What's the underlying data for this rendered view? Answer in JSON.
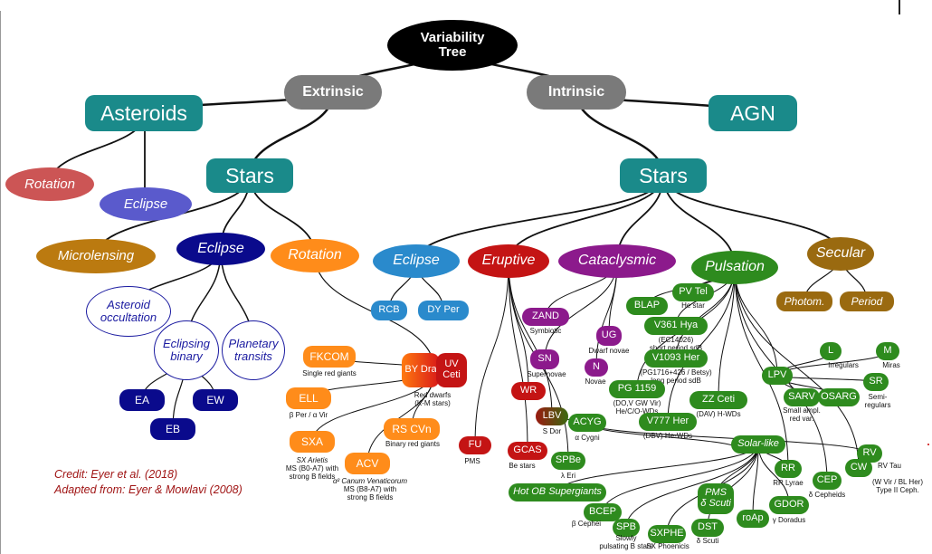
{
  "title": "Variability\nTree",
  "extrinsic": "Extrinsic",
  "intrinsic": "Intrinsic",
  "asteroids": "Asteroids",
  "agn": "AGN",
  "rotation_ast": "Rotation",
  "eclipse_ast": "Eclipse",
  "stars_e": "Stars",
  "stars_i": "Stars",
  "microlensing": "Microlensing",
  "eclipse_e": "Eclipse",
  "rotation_e": "Rotation",
  "asteroid_occ": "Asteroid\noccultation",
  "eclipsing_binary": "Eclipsing\nbinary",
  "planetary_transits": "Planetary\ntransits",
  "ea": "EA",
  "ew": "EW",
  "eb": "EB",
  "fkcom": "FKCOM",
  "fkcom_l": "Single red giants",
  "ell": "ELL",
  "ell_l": "β Per / α Vir",
  "sxa": "SXA",
  "sxa_l1": "SX Arietis",
  "sxa_l2": "MS (B0-A7) with",
  "sxa_l3": "strong B fields",
  "acv": "ACV",
  "acv_l1": "α² Canum Venaticorum",
  "acv_l2": "MS (B8-A7) with",
  "acv_l3": "strong B fields",
  "bydra": "BY Dra",
  "uvceti": "UV\nCeti",
  "bydra_l1": "Red dwarfs",
  "bydra_l2": "(K-M stars)",
  "rscvn": "RS CVn",
  "rscvn_l": "Binary red giants",
  "eclipse_i": "Eclipse",
  "rcb": "RCB",
  "dyper": "DY Per",
  "eruptive": "Eruptive",
  "cataclysmic": "Cataclysmic",
  "pulsation": "Pulsation",
  "secular": "Secular",
  "photom": "Photom.",
  "period": "Period",
  "zand": "ZAND",
  "zand_l": "Symbiotic",
  "ug": "UG",
  "ug_l": "Dwarf novae",
  "sn": "SN",
  "sn_l": "Supernovae",
  "nn": "N",
  "n_l": "Novae",
  "wr": "WR",
  "fu": "FU",
  "fu_l": "PMS",
  "lbv": "LBV",
  "lbv_l": "S Dor",
  "acyg": "ACYG",
  "acyg_l": "α Cygni",
  "gcas": "GCAS",
  "gcas_l": "Be stars",
  "spbe": "SPBe",
  "spbe_l": "λ Eri",
  "pvtel": "PV Tel",
  "pvtel_l": "He star",
  "blap": "BLAP",
  "v361": "V361 Hya",
  "v361_l1": "(EC14026)",
  "v361_l2": "short period sdB",
  "v1093": "V1093 Her",
  "v1093_l1": "(PG1716+426 / Betsy)",
  "v1093_l2": "long period sdB",
  "pg1159": "PG 1159",
  "pg1159_l1": "(DO,V GW Vir)",
  "pg1159_l2": "He/C/O-WDs",
  "zzceti": "ZZ Ceti",
  "zzceti_l": "(DAV) H-WDs",
  "v777": "V777 Her",
  "v777_l": "(DBV) He-WDs",
  "lpv": "LPV",
  "ll": "L",
  "ll_l": "Irregulars",
  "mm": "M",
  "mm_l": "Miras",
  "sr": "SR",
  "sr_l1": "Semi-",
  "sr_l2": "regulars",
  "sarv": "SARV",
  "sarv_l1": "Small ampl.",
  "sarv_l2": "red var.",
  "osarg": "OSARG",
  "solarlike": "Solar-like",
  "rv": "RV",
  "rv_l": "RV Tau",
  "rr": "RR",
  "rr_l": "RR Lyrae",
  "cw": "CW",
  "cw_l1": "(W Vir / BL Her)",
  "cw_l2": "Type II Ceph.",
  "cep": "CEP",
  "cep_l": "δ Cepheids",
  "hotob": "Hot OB Supergiants",
  "pmsdscuti": "PMS\nδ Scuti",
  "gdor": "GDOR",
  "gdor_l": "γ Doradus",
  "bcep": "BCEP",
  "bcep_l": "β Cephei",
  "spb": "SPB",
  "spb_l1": "Slowly",
  "spb_l2": "pulsating B stars",
  "sxphe": "SXPHE",
  "sxphe_l": "SX Phoenicis",
  "dst": "DST",
  "dst_l": "δ Scuti",
  "roap": "roAp",
  "credit1": "Credit:  Eyer et al. (2018)",
  "credit2": "Adapted from:  Eyer & Mowlavi (2008)",
  "colors": {
    "teal": "#1a8a8a",
    "gray": "#7a7a7a",
    "red": "#c41414",
    "magenta": "#8c1a8c",
    "green": "#2e8b1e",
    "orange": "#ff8c1a",
    "navy": "#0a0a8c",
    "brown": "#9a6a10",
    "black": "#000000"
  }
}
